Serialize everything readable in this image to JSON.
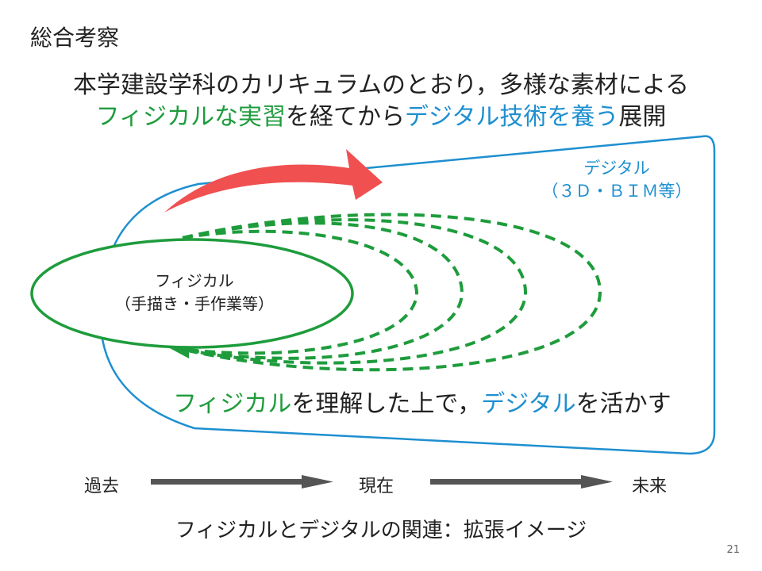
{
  "slide": {
    "title": "総合考察",
    "page_number": "21"
  },
  "headline": {
    "line1": "本学建設学科のカリキュラムのとおり，多様な素材による",
    "line2_part1": "フィジカルな実習",
    "line2_part2": "を経てから",
    "line2_part3": "デジタル技術を養う",
    "line2_part4": "展開"
  },
  "diagram": {
    "digital_label_line1": "デジタル",
    "digital_label_line2": "（３Ｄ・ＢＩＭ等）",
    "physical_label_line1": "フィジカル",
    "physical_label_line2": "（手描き・手作業等）",
    "statement_part1": "フィジカル",
    "statement_part2": "を理解した上で，",
    "statement_part3": "デジタル",
    "statement_part4": "を活かす"
  },
  "timeline": {
    "past": "過去",
    "present": "現在",
    "future": "未来"
  },
  "caption": "フィジカルとデジタルの関連：拡張イメージ",
  "colors": {
    "green": "#1e9c3c",
    "blue": "#1e8fd0",
    "red_arrow": "#f05050",
    "timeline_arrow": "#555555"
  }
}
